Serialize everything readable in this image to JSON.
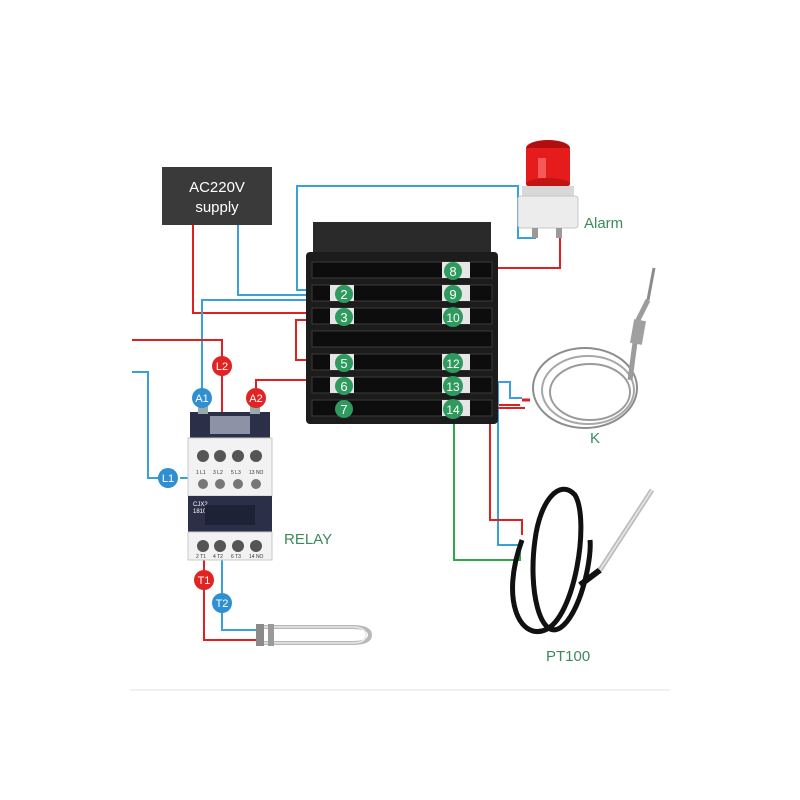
{
  "supply": {
    "line1": "AC220V",
    "line2": "supply"
  },
  "alarm_label": "Alarm",
  "relay_label": "RELAY",
  "k_label": "K",
  "pt100_label": "PT100",
  "terminals_left": [
    "2",
    "3",
    "5",
    "6",
    "7"
  ],
  "terminals_right": [
    "8",
    "9",
    "10",
    "12",
    "13",
    "14"
  ],
  "relay_pins": {
    "l2": "L2",
    "a1": "A1",
    "a2": "A2",
    "l1": "L1",
    "t1": "T1",
    "t2": "T2"
  },
  "relay_model": {
    "line1": "CJX2",
    "line2": "1810"
  },
  "relay_top_marks": [
    "1 L1",
    "3 L2",
    "5 L3",
    "13 NO"
  ],
  "relay_bottom_marks": [
    "2 T1",
    "4 T2",
    "6 T3",
    "14 NO"
  ],
  "colors": {
    "red_wire": "#e02020",
    "blue_wire": "#3aa0d8",
    "green_wire": "#2ea84a",
    "badge_green": "#2f9a5e",
    "badge_red": "#e02424",
    "badge_blue": "#2f8fd0",
    "supply_box": "#3a3a3a",
    "controller": "#1c1c1c",
    "label_green": "#3b8a5a"
  }
}
